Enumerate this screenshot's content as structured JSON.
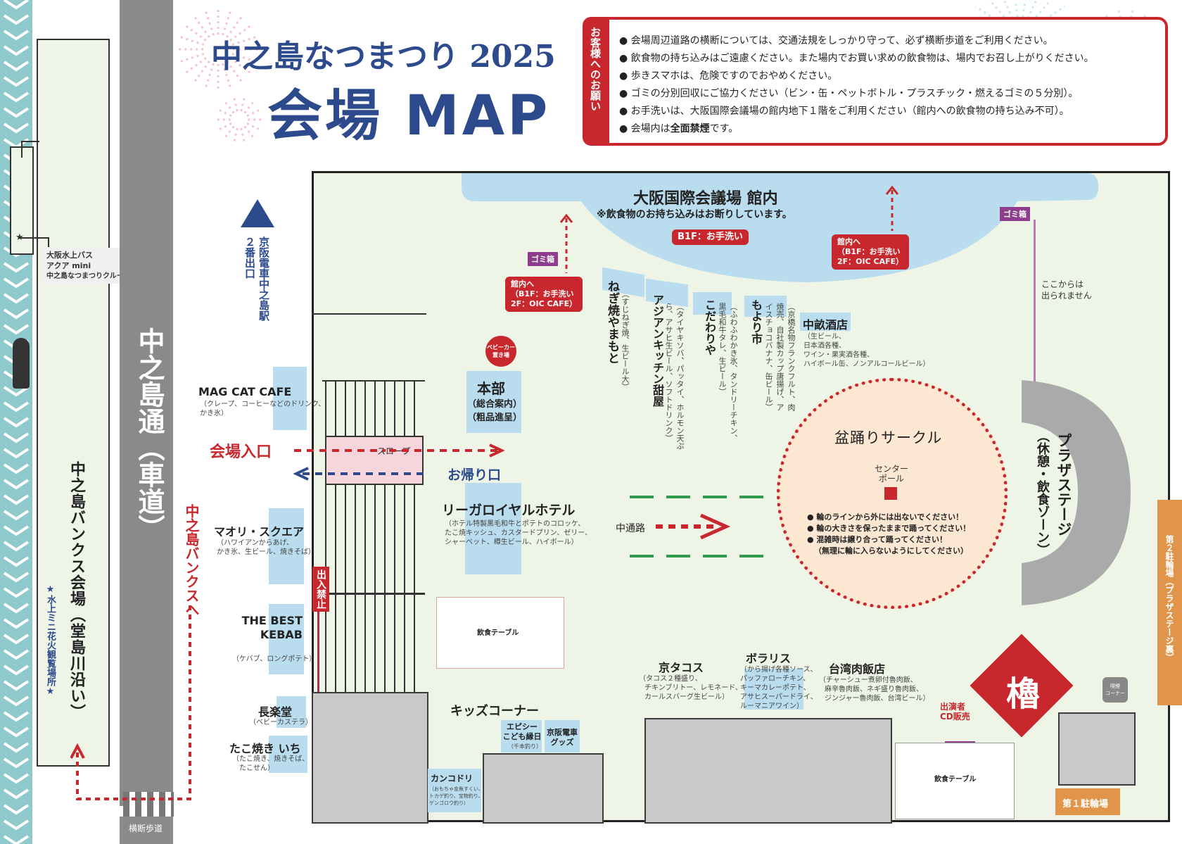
{
  "header": {
    "title": "中之島なつまつり 2025",
    "subtitle": "会場 MAP"
  },
  "notice": {
    "label": "お客様へのお願い",
    "items": [
      "● 会場周辺道路の横断については、交通法規をしっかり守って、必ず横断歩道をご利用ください。",
      "● 飲食物の持ち込みはご遠慮ください。また場内でお買い求めの飲食物は、場内でお召し上がりください。",
      "● 歩きスマホは、危険ですのでおやめください。",
      "● ゴミの分別回収にご協力ください（ビン・缶・ペットボトル・プラスチック・燃えるゴミの５分別）。",
      "● お手洗いは、大阪国際会議場の館内地下１階をご利用ください（館内への飲食物の持ち込み不可）。"
    ],
    "last_prefix": "● 会場内は",
    "last_bold": "全面禁煙",
    "last_suffix": "です。"
  },
  "left": {
    "water_bus": [
      "大阪水上バス",
      "アクア mini",
      "中之島なつまつりクルーズ乗り場"
    ],
    "banks_venue": "中之島バンクス会場（堂島川沿い）",
    "fireworks": "★水上ミニ花火観覧場所★",
    "road": "中之島通（車道）",
    "to_banks": "中之島バンクスへ",
    "crosswalk": "横断歩道",
    "station": "京阪電車中之島駅",
    "station_exit": "２番出口"
  },
  "hall": {
    "title": "大阪国際会議場 館内",
    "note": "※飲食物のお持ち込みはお断りしています。",
    "b1_label": "B1F：お手洗い",
    "enter_left": [
      "館内へ",
      "（B1F：お手洗い",
      "2F：OIC CAFE）"
    ],
    "enter_right": [
      "館内へ",
      "（B1F：お手洗い",
      "2F：OIC CAFE）"
    ]
  },
  "trash_label": "ゴミ箱",
  "no_pass": [
    "ここからは",
    "出られません"
  ],
  "stalls_top": [
    {
      "name": "ねぎ焼やまもと",
      "desc": "（すじねぎ焼、生ビール大）"
    },
    {
      "name": "アジアンキッチン甜屋",
      "desc": "（タイヤキソバ、パッタイ、ホルモン天ぷら、アサヒ生ビール、ソフトドリンク）"
    },
    {
      "name": "こだわりや",
      "desc": "（ふわふわかき氷、タンドリーチキン、黒毛和牛タレ、生ビール）"
    },
    {
      "name": "もより市",
      "desc": "（京橋名物フランクフルト、肉焼売、自社製カップ唐揚げ、アイスチョコバナナ、缶ビール）"
    }
  ],
  "nakasake": {
    "name": "中畝酒店",
    "desc": [
      "（生ビール、",
      "日本酒各種、",
      "ワイン・果実酒各種、",
      "ハイボール缶、ノンアルコールビール）"
    ]
  },
  "baby_car": [
    "ベビーカー",
    "置き場"
  ],
  "honbu": {
    "name": "本部",
    "sub1": "（総合案内）",
    "sub2": "（粗品進呈）"
  },
  "entrance": "会場入口",
  "exit": "お帰り口",
  "slope": "スロープ",
  "no_entry": "出入禁止",
  "rihga": {
    "name": "リーガロイヤルホテル",
    "desc": [
      "（ホテル特製黒毛和牛とポテトのコロッケ、",
      "たこ焼キッシュ、カスタードプリン、ゼリー、",
      "シャーベット、樽生ビール、ハイボール）"
    ]
  },
  "stalls_left": [
    {
      "name": "MAG CAT CAFE",
      "desc": [
        "（クレープ、コーヒーなどのドリンク、",
        "かき氷）"
      ]
    },
    {
      "name": "マオリ・スクエア",
      "desc": [
        "（ハワイアンからあげ、",
        "かき氷、生ビール、焼きそば）"
      ]
    },
    {
      "name": "THE BEST KEBAB",
      "desc": [
        "（ケバブ、ロングポテト）"
      ]
    },
    {
      "name": "長楽堂",
      "desc": [
        "（ベビーカステラ）"
      ]
    },
    {
      "name": "たこ焼き いち",
      "desc": [
        "（たこ焼き、焼きそば、",
        "たこせん）"
      ]
    }
  ],
  "table_label": "飲食テーブル",
  "central_path": "中通路",
  "bon": {
    "title": "盆踊りサークル",
    "pole": [
      "センター",
      "ポール"
    ],
    "rules": [
      "● 輪のラインから外には出ないでください！",
      "● 輪の大きさを保ったままで踊ってください！",
      "● 混雑時は譲り合って踊ってください！",
      "（無理に輪に入らないようにしてください）"
    ]
  },
  "plaza": {
    "name": "プラザステージ",
    "sub": "（休憩・飲食ゾーン）"
  },
  "parking2": "第２駐輪場（プラザステージ裏）",
  "parking1": "第１駐輪場",
  "yagura": "櫓",
  "cd_sale": [
    "出演者",
    "CD販売"
  ],
  "smoking_corner": [
    "喫煙",
    "コーナー"
  ],
  "kids": "キッズコーナー",
  "epi": {
    "name": [
      "エピシー",
      "こども縁日"
    ],
    "desc": "（千本釣り）"
  },
  "keihan_goods": [
    "京阪電車",
    "グッズ"
  ],
  "kankodori": {
    "name": "カンコドリ",
    "desc": [
      "（おもちゃ金魚すくい、",
      "トカゲ釣り、宝物釣り、",
      "ゲンゴロウ釣り）"
    ]
  },
  "stalls_bottom": [
    {
      "name": "京タコス",
      "desc": [
        "（タコス２種盛り、",
        "チキンブリトー、レモネード、",
        "カールスバーグ生ビール）"
      ]
    },
    {
      "name": "ボラリス",
      "desc": [
        "（から揚げ各種ソース、",
        "パッファローチキン、",
        "キーマカレーポテト、",
        "アサヒスーパードライ、",
        "ルーマニアワイン）"
      ]
    },
    {
      "name": "台湾肉飯店",
      "desc": [
        "（チャーシュー煮卵付魯肉飯、",
        "麻辛魯肉飯、ネギ盛り魯肉飯、",
        "ジンジャー魯肉飯、台湾ビール）"
      ]
    }
  ],
  "colors": {
    "navy": "#2c4a8c",
    "red": "#c8282d",
    "blue_box": "#b9dcef",
    "ground": "#eef5e6",
    "trash": "#8e3c8c",
    "orange": "#e0954a"
  }
}
